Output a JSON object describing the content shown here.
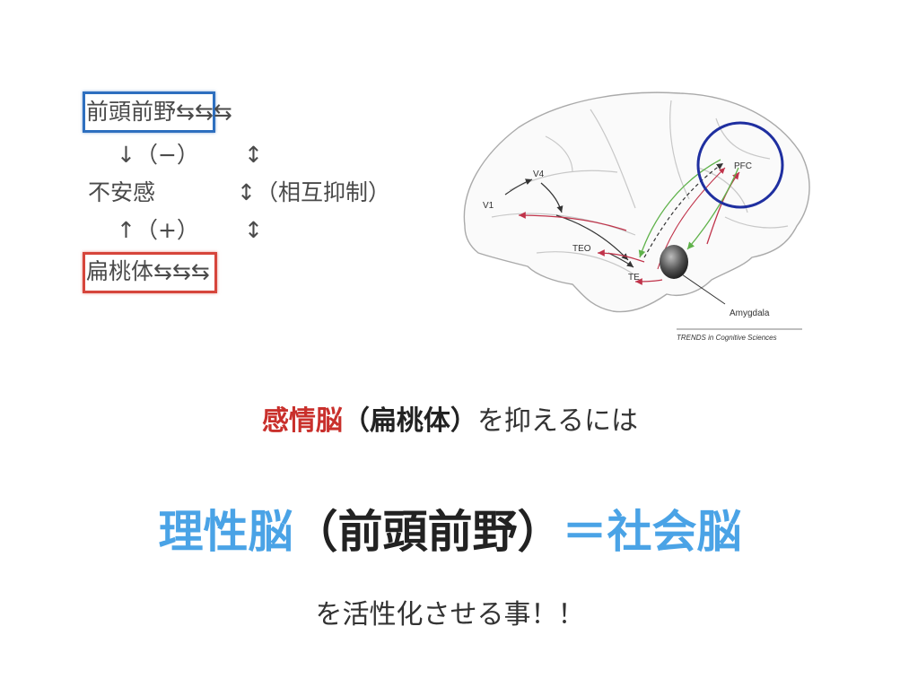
{
  "diagram": {
    "row1": "前頭前野⇆⇆⇆",
    "row2_arrow": "↓（−）",
    "row2_right": "↕",
    "row3_left": "不安感",
    "row3_right": "↕（相互抑制）",
    "row4_arrow": "↑（+）",
    "row4_right": "↕",
    "row5": "扁桃体⇆⇆⇆"
  },
  "brain_labels": {
    "v1": "V1",
    "v4": "V4",
    "teo": "TEO",
    "te": "TE",
    "pfc": "PFC",
    "amygdala": "Amygdala",
    "credit": "TRENDS in Cognitive Sciences"
  },
  "text": {
    "line1_red": "感情脳",
    "line1_bold": "（扁桃体）",
    "line1_rest": "を抑えるには",
    "line2_blue1": "理性脳",
    "line2_black": "（前頭前野）",
    "line2_blue2": "＝社会脳",
    "line3": "を活性化させる事！！"
  },
  "colors": {
    "red": "#c9302c",
    "blue": "#4aa3e6",
    "box_blue": "#2e6fbf",
    "box_red": "#d6453b"
  }
}
